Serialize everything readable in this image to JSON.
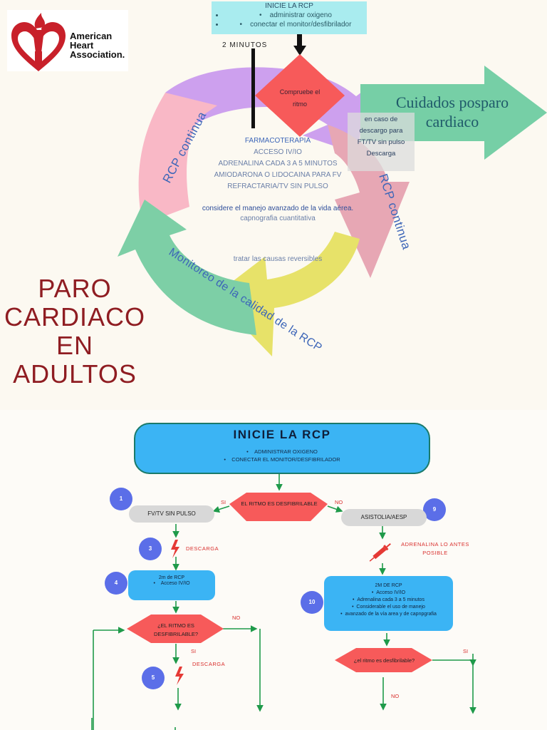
{
  "logo": {
    "line1": "American",
    "line2": "Heart",
    "line3": "Association."
  },
  "top_box": {
    "title": "INICIE LA RCP",
    "items": [
      "administrar oxigeno",
      "conectar el monitor/desfibrilador"
    ]
  },
  "minutos": "2  MINUTOS",
  "compruebe": {
    "line1": "Compruebe el",
    "line2": "ritmo"
  },
  "cycle_labels": {
    "rcp_left": "RCP continua",
    "rcp_right": "RCP continua",
    "monitoreo": "Monitoreo de la calidad de la RCP"
  },
  "center": {
    "farmaco": "FARMACOTERAPIA",
    "lines": [
      "ACCESO IV/IO",
      "ADRENALINA CADA 3 A 5 MINUTOS",
      "AMIODARONA O LIDOCAINA PARA FV",
      "REFRACTARIA/TV SIN PULSO"
    ],
    "considere": "considere el manejo avanzado de la vida aérea.",
    "capno": "capnografia cuantitativa",
    "tratar": "tratar las causas reversibles"
  },
  "cuidados": {
    "line1": "Cuidados posparo",
    "line2": "cardiaco"
  },
  "grey_note": [
    "en caso de",
    "descargo para",
    "FT/TV sin pulso",
    "Descarga"
  ],
  "paro": [
    "PARO",
    "CARDIACO",
    "EN",
    "ADULTOS"
  ],
  "flow": {
    "inicie_title": "INICIE LA RCP",
    "inicie_items": [
      "ADMINISTRAR OXIGENO",
      "CONECTAR EL MONITOR/DESFIBRILADOR"
    ],
    "decision1": "EL RITMO ES DESFIBRILABLE",
    "si": "SI",
    "no": "NO",
    "fv": "FV/TV SIN PULSO",
    "asistolia": "ASISTOLIA/AESP",
    "n1": "1",
    "n3": "3",
    "n4": "4",
    "n5": "5",
    "n9": "9",
    "n10": "10",
    "descarga": "DESCARGA",
    "adrenalina": {
      "line1": "ADRENALINA LO ANTES",
      "line2": "POSIBLE"
    },
    "box4": {
      "line1": "2m de RCP",
      "item": "Acceso IV/IO"
    },
    "box10": {
      "title": "2M DE RCP",
      "items": [
        "Acceso IV/IO",
        "Adrenalina cada 3 a 5 minutos",
        "Considerable el uso de manejo",
        "avanzado  de la vía area y de capnpgrafia"
      ]
    },
    "decision2": {
      "line1": "¿EL RITMO ES",
      "line2": "DESFIBRILABLE?"
    },
    "decision3": "¿el  ritmo  es desfibrilable?"
  },
  "colors": {
    "blue": "#3bb4f4",
    "red": "#f75a5a",
    "green": "#1f9a4a",
    "purple": "#5b6ee8",
    "dark_red": "#8f1d22"
  }
}
